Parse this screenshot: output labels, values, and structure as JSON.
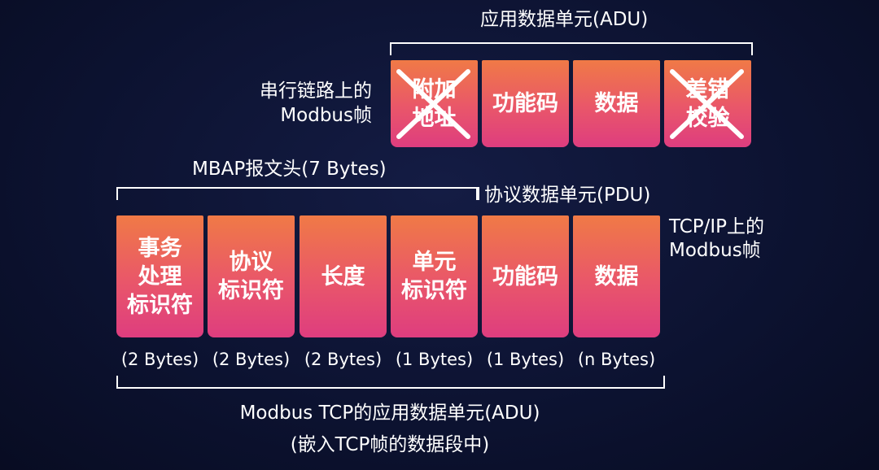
{
  "serial": {
    "adu_label": "应用数据单元(ADU)",
    "frame_label_line1": "串行链路上的",
    "frame_label_line2": "Modbus帧",
    "boxes": [
      {
        "label": "附加\n地址",
        "crossed": true
      },
      {
        "label": "功能码",
        "crossed": false
      },
      {
        "label": "数据",
        "crossed": false
      },
      {
        "label": "差错\n校验",
        "crossed": true
      }
    ]
  },
  "tcp": {
    "mbap_label": "MBAP报文头(7 Bytes)",
    "pdu_label": "协议数据单元(PDU)",
    "frame_label_line1": "TCP/IP上的",
    "frame_label_line2": "Modbus帧",
    "boxes": [
      {
        "label": "事务\n处理\n标识符",
        "bytes": "(2 Bytes)"
      },
      {
        "label": "协议\n标识符",
        "bytes": "(2 Bytes)"
      },
      {
        "label": "长度",
        "bytes": "(2 Bytes)"
      },
      {
        "label": "单元\n标识符",
        "bytes": "(1 Bytes)"
      },
      {
        "label": "功能码",
        "bytes": "(1 Bytes)"
      },
      {
        "label": "数据",
        "bytes": "(n Bytes)"
      }
    ],
    "adu_label_line1": "Modbus TCP的应用数据单元(ADU)",
    "adu_label_line2": "(嵌入TCP帧的数据段中)"
  },
  "colors": {
    "box_top": "#f07a46",
    "box_bottom": "#de3d7f",
    "background": "#0c1230",
    "text": "#ffffff"
  }
}
